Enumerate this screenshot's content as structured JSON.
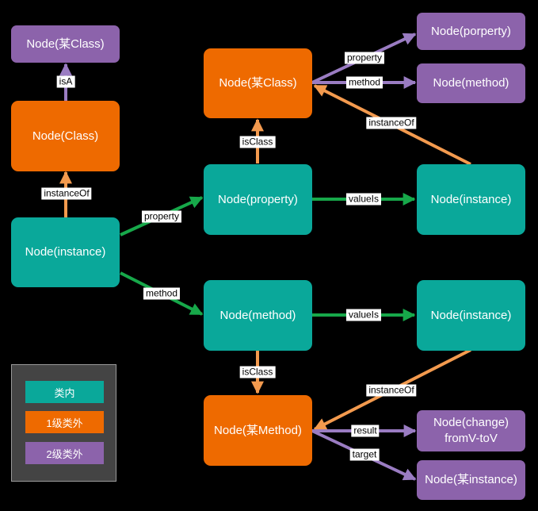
{
  "colors": {
    "teal": "#0aa89a",
    "orange": "#ee6a00",
    "purple": "#8c63ab",
    "edge_orange": "#f39a4e",
    "edge_purple": "#9a7cc2",
    "edge_green": "#17a84a"
  },
  "nodes": {
    "class_generic": "Node(某Class)",
    "class": "Node(Class)",
    "instance_left": "Node(instance)",
    "class_center": "Node(某Class)",
    "porperty": "Node(porperty)",
    "method_right": "Node(method)",
    "property_center": "Node(property)",
    "instance_right_top": "Node(instance)",
    "method_center": "Node(method)",
    "instance_right_mid": "Node(instance)",
    "method_class": "Node(某Method)",
    "change": "Node(change)\nfromV-toV",
    "instance_some": "Node(某instance)"
  },
  "edge_labels": {
    "isA": "isA",
    "instanceOf_left": "instanceOf",
    "property_left": "property",
    "method_left": "method",
    "isClass_top": "isClass",
    "property_top": "property",
    "method_top": "method",
    "instanceOf_top": "instanceOf",
    "valueIs_top": "valueIs",
    "valueIs_mid": "valueIs",
    "isClass_bottom": "isClass",
    "instanceOf_bottom": "instanceOf",
    "result": "result",
    "target": "target"
  },
  "legend": {
    "inner": "类内",
    "outer1": "1级类外",
    "outer2": "2级类外"
  }
}
